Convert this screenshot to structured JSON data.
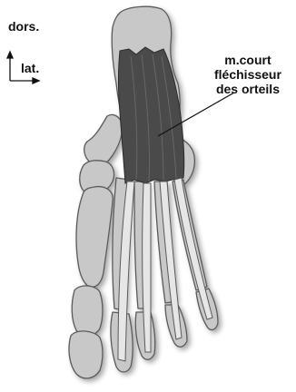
{
  "orientation": {
    "dorsal_label": "dors.",
    "lateral_label": "lat."
  },
  "muscle_label": {
    "line1": "m.court",
    "line2": "fléchisseur",
    "line3": "des orteils"
  },
  "colors": {
    "bone_fill": "#c8c8c8",
    "bone_stroke": "#5a5a5a",
    "muscle_fill": "#4a4a4a",
    "tendon_fill": "#e6e6e6",
    "text": "#111111"
  }
}
